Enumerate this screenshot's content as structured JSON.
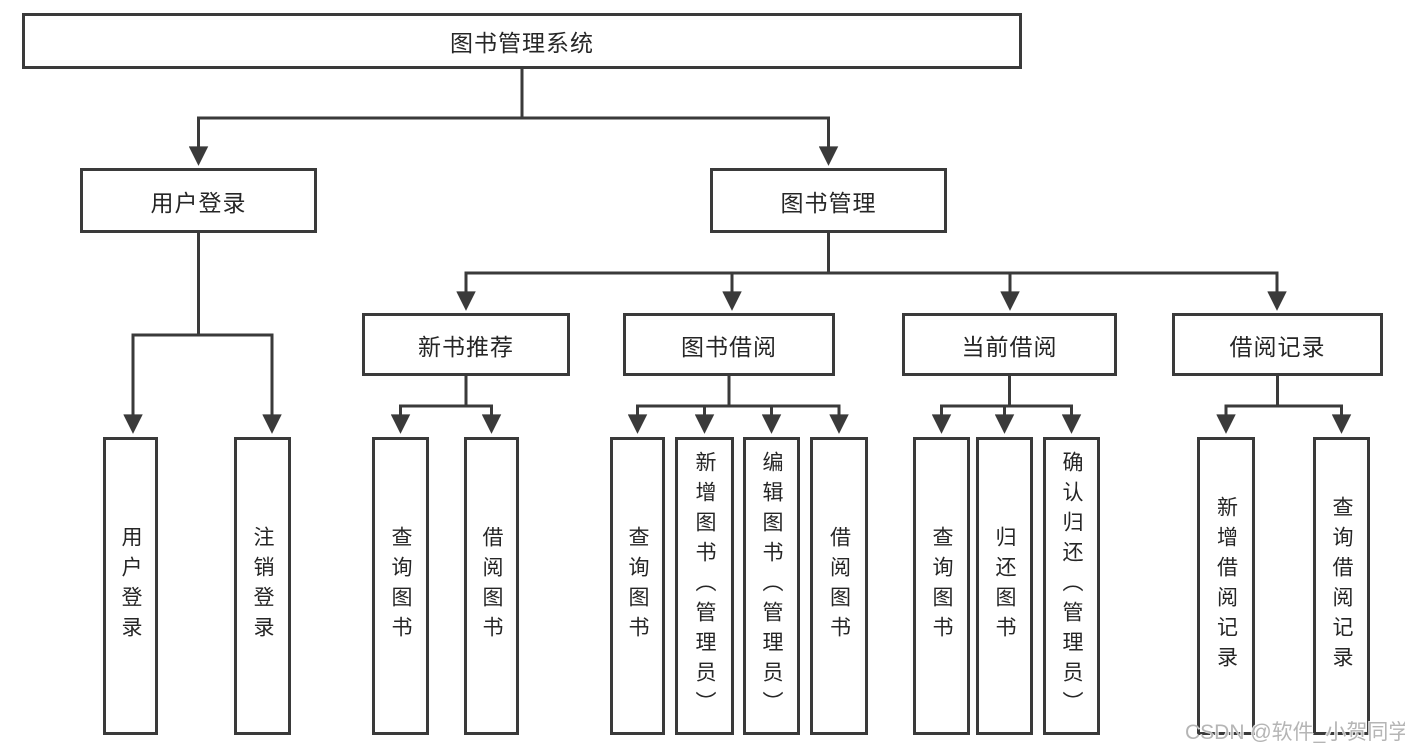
{
  "tree": {
    "root": {
      "label": "图书管理系统"
    },
    "branches": [
      {
        "label": "用户登录",
        "children": [
          {
            "label": "用户登录"
          },
          {
            "label": "注销登录"
          }
        ]
      },
      {
        "label": "图书管理",
        "children": [
          {
            "label": "新书推荐",
            "children": [
              {
                "label": "查询图书"
              },
              {
                "label": "借阅图书"
              }
            ]
          },
          {
            "label": "图书借阅",
            "children": [
              {
                "label": "查询图书"
              },
              {
                "label": "新增图书（管理员）"
              },
              {
                "label": "编辑图书（管理员）"
              },
              {
                "label": "借阅图书"
              }
            ]
          },
          {
            "label": "当前借阅",
            "children": [
              {
                "label": "查询图书"
              },
              {
                "label": "归还图书"
              },
              {
                "label": "确认归还（管理员）"
              }
            ]
          },
          {
            "label": "借阅记录",
            "children": [
              {
                "label": "新增借阅记录"
              },
              {
                "label": "查询借阅记录"
              }
            ]
          }
        ]
      }
    ]
  },
  "watermark": {
    "text": "CSDN @软件_小贺同学"
  },
  "colors": {
    "line": "#3a3a3a",
    "box_border": "#3a3a3a",
    "text": "#262626",
    "watermark": "#b5b5b5",
    "background": "#ffffff"
  }
}
